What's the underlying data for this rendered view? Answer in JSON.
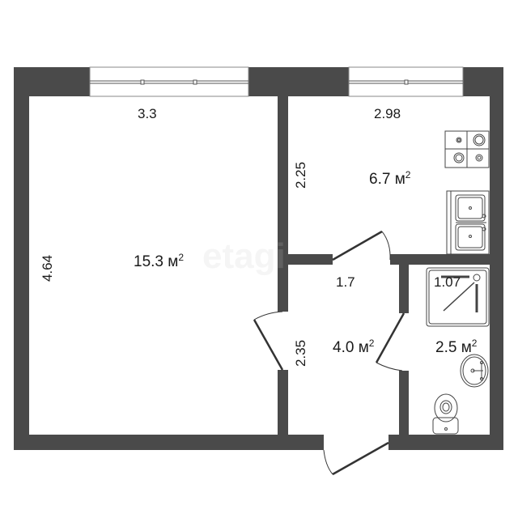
{
  "plan": {
    "wall_color": "#4a4a4a",
    "watermark": "etagi",
    "rooms": [
      {
        "name": "room",
        "area": "15.3",
        "unit": "м",
        "sup": "2",
        "width": "3.3",
        "length": "4.64"
      },
      {
        "name": "kitchen",
        "area": "6.7",
        "unit": "м",
        "sup": "2",
        "width": "2.98",
        "length": "2.25"
      },
      {
        "name": "hallway",
        "area": "4.0",
        "unit": "м",
        "sup": "2",
        "width": "1.7",
        "length": "2.35"
      },
      {
        "name": "bathroom",
        "area": "2.5",
        "unit": "м",
        "sup": "2",
        "width": "1.07"
      }
    ],
    "fixtures": [
      "stove-icon",
      "double-sink-icon",
      "shower-icon",
      "washbasin-icon",
      "toilet-icon"
    ]
  }
}
